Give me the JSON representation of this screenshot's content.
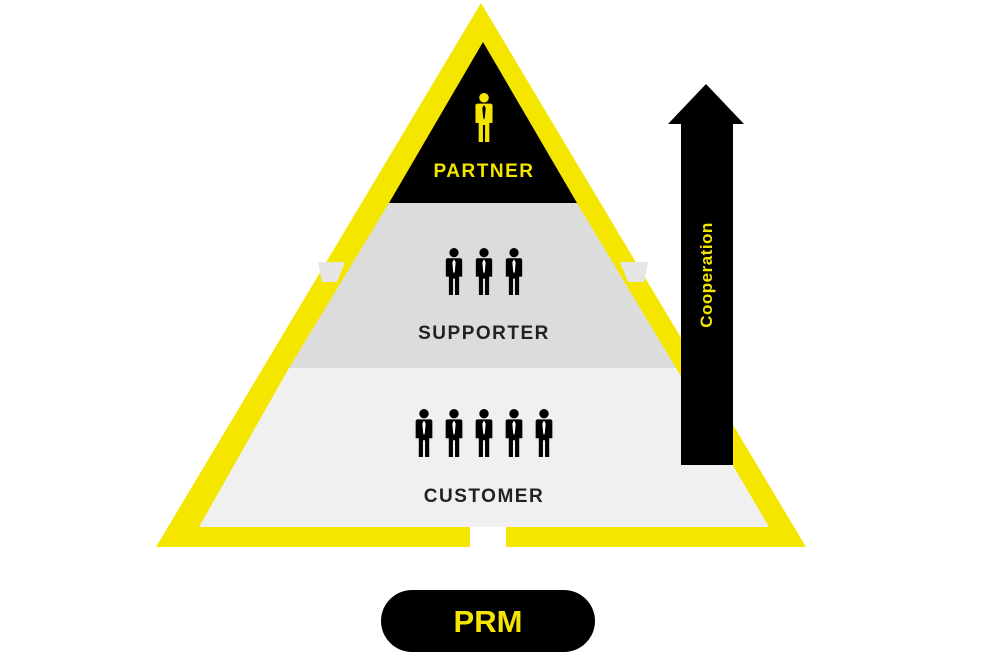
{
  "diagram": {
    "tiers": [
      {
        "label": "PARTNER",
        "people": 1,
        "icon": "person-icon",
        "label_color": "#F5E600",
        "fill": "#000000"
      },
      {
        "label": "SUPPORTER",
        "people": 3,
        "icon": "person-icon",
        "label_color": "#222222",
        "fill": "#DCDCDC"
      },
      {
        "label": "CUSTOMER",
        "people": 5,
        "icon": "person-icon",
        "label_color": "#222222",
        "fill": "#F0F0F0"
      }
    ],
    "arrow": {
      "label": "Cooperation",
      "direction": "up",
      "label_color": "#F5E600",
      "fill": "#000000"
    },
    "pill": {
      "label": "PRM",
      "label_color": "#F5E600",
      "fill": "#000000"
    },
    "colors": {
      "accent": "#F5E600",
      "dark": "#000000"
    }
  }
}
